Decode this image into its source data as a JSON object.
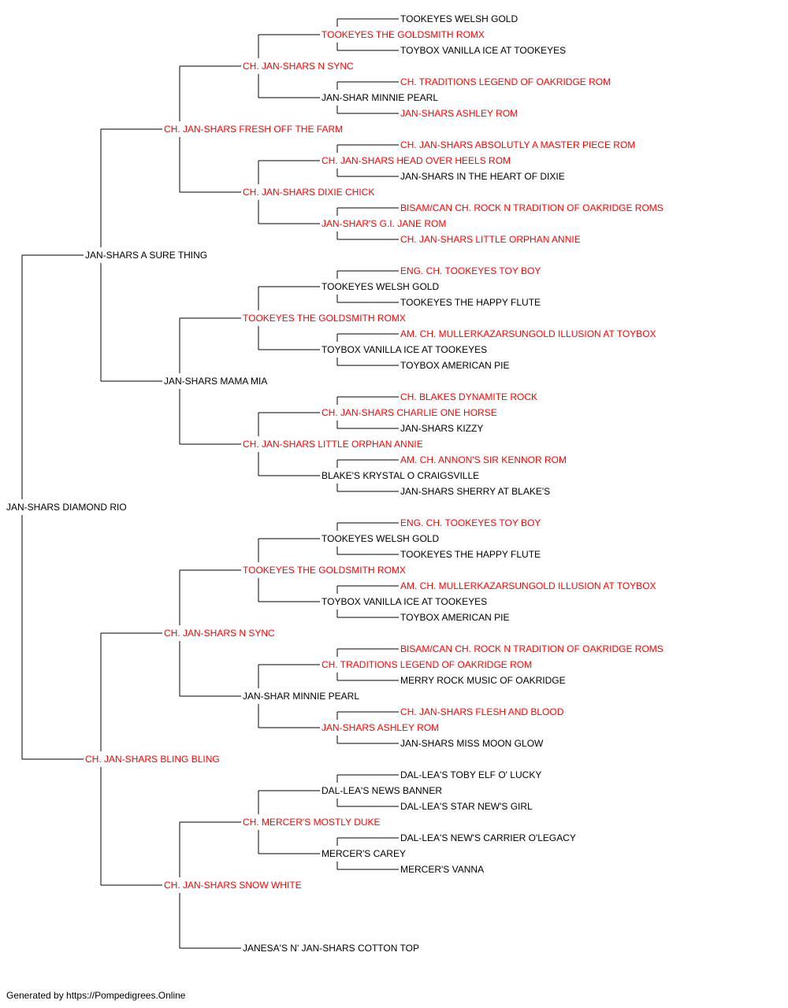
{
  "colors": {
    "champion": "#ff0000",
    "regular": "#000000",
    "line": "#000000"
  },
  "pedigree": {
    "name": "JAN-SHARS DIAMOND RIO",
    "red": false,
    "sire": {
      "name": "JAN-SHARS A SURE THING",
      "red": false,
      "sire": {
        "name": "CH. JAN-SHARS FRESH OFF THE FARM",
        "red": true,
        "sire": {
          "name": "CH. JAN-SHARS N SYNC",
          "red": true,
          "sire": {
            "name": "TOOKEYES THE GOLDSMITH ROMX",
            "red": true,
            "sire": {
              "name": "TOOKEYES WELSH GOLD",
              "red": false
            },
            "dam": {
              "name": "TOYBOX VANILLA ICE AT TOOKEYES",
              "red": false
            }
          },
          "dam": {
            "name": "JAN-SHAR MINNIE PEARL",
            "red": false,
            "sire": {
              "name": "CH. TRADITIONS LEGEND OF OAKRIDGE ROM",
              "red": true
            },
            "dam": {
              "name": "JAN-SHARS ASHLEY ROM",
              "red": true
            }
          }
        },
        "dam": {
          "name": "CH. JAN-SHARS DIXIE CHICK",
          "red": true,
          "sire": {
            "name": "CH. JAN-SHARS HEAD OVER HEELS ROM",
            "red": true,
            "sire": {
              "name": "CH. JAN-SHARS ABSOLUTLY A MASTER PIECE ROM",
              "red": true
            },
            "dam": {
              "name": "JAN-SHARS IN THE HEART OF DIXIE",
              "red": false
            }
          },
          "dam": {
            "name": "JAN-SHAR'S G.I. JANE ROM",
            "red": true,
            "sire": {
              "name": "BISAM/CAN CH. ROCK N TRADITION OF OAKRIDGE ROMS",
              "red": true
            },
            "dam": {
              "name": "CH. JAN-SHARS LITTLE ORPHAN ANNIE",
              "red": true
            }
          }
        }
      },
      "dam": {
        "name": "JAN-SHARS MAMA MIA",
        "red": false,
        "sire": {
          "name": "TOOKEYES THE GOLDSMITH ROMX",
          "red": true,
          "sire": {
            "name": "TOOKEYES WELSH GOLD",
            "red": false,
            "sire": {
              "name": "ENG. CH. TOOKEYES TOY BOY",
              "red": true
            },
            "dam": {
              "name": "TOOKEYES THE HAPPY FLUTE",
              "red": false
            }
          },
          "dam": {
            "name": "TOYBOX VANILLA ICE AT TOOKEYES",
            "red": false,
            "sire": {
              "name": "AM. CH. MULLERKAZARSUNGOLD ILLUSION AT TOYBOX",
              "red": true
            },
            "dam": {
              "name": "TOYBOX AMERICAN PIE",
              "red": false
            }
          }
        },
        "dam": {
          "name": "CH. JAN-SHARS LITTLE ORPHAN ANNIE",
          "red": true,
          "sire": {
            "name": "CH. JAN-SHARS CHARLIE ONE HORSE",
            "red": true,
            "sire": {
              "name": "CH. BLAKES DYNAMITE ROCK",
              "red": true
            },
            "dam": {
              "name": "JAN-SHARS KIZZY",
              "red": false
            }
          },
          "dam": {
            "name": "BLAKE'S KRYSTAL O CRAIGSVILLE",
            "red": false,
            "sire": {
              "name": "AM. CH. ANNON'S SIR KENNOR ROM",
              "red": true
            },
            "dam": {
              "name": "JAN-SHARS SHERRY AT BLAKE'S",
              "red": false
            }
          }
        }
      }
    },
    "dam": {
      "name": "CH. JAN-SHARS BLING BLING",
      "red": true,
      "sire": {
        "name": "CH. JAN-SHARS N SYNC",
        "red": true,
        "sire": {
          "name": "TOOKEYES THE GOLDSMITH ROMX",
          "red": true,
          "sire": {
            "name": "TOOKEYES WELSH GOLD",
            "red": false,
            "sire": {
              "name": "ENG. CH. TOOKEYES TOY BOY",
              "red": true
            },
            "dam": {
              "name": "TOOKEYES THE HAPPY FLUTE",
              "red": false
            }
          },
          "dam": {
            "name": "TOYBOX VANILLA ICE AT TOOKEYES",
            "red": false,
            "sire": {
              "name": "AM. CH. MULLERKAZARSUNGOLD ILLUSION AT TOYBOX",
              "red": true
            },
            "dam": {
              "name": "TOYBOX AMERICAN PIE",
              "red": false
            }
          }
        },
        "dam": {
          "name": "JAN-SHAR MINNIE PEARL",
          "red": false,
          "sire": {
            "name": "CH. TRADITIONS LEGEND OF OAKRIDGE ROM",
            "red": true,
            "sire": {
              "name": "BISAM/CAN CH. ROCK N TRADITION OF OAKRIDGE ROMS",
              "red": true
            },
            "dam": {
              "name": "MERRY ROCK MUSIC OF OAKRIDGE",
              "red": false
            }
          },
          "dam": {
            "name": "JAN-SHARS ASHLEY ROM",
            "red": true,
            "sire": {
              "name": "CH. JAN-SHARS FLESH AND BLOOD",
              "red": true
            },
            "dam": {
              "name": "JAN-SHARS MISS MOON GLOW",
              "red": false
            }
          }
        }
      },
      "dam": {
        "name": "CH. JAN-SHARS SNOW WHITE",
        "red": true,
        "sire": {
          "name": "CH. MERCER'S MOSTLY DUKE",
          "red": true,
          "sire": {
            "name": "DAL-LEA'S NEWS BANNER",
            "red": false,
            "sire": {
              "name": "DAL-LEA'S TOBY ELF O' LUCKY",
              "red": false
            },
            "dam": {
              "name": "DAL-LEA'S STAR NEW'S GIRL",
              "red": false
            }
          },
          "dam": {
            "name": "MERCER'S CAREY",
            "red": false,
            "sire": {
              "name": "DAL-LEA'S NEW'S CARRIER O'LEGACY",
              "red": false
            },
            "dam": {
              "name": "MERCER'S VANNA",
              "red": false
            }
          }
        },
        "dam": {
          "name": "JANESA'S N' JAN-SHARS COTTON TOP",
          "red": false
        }
      }
    }
  },
  "footer": {
    "text": "Generated by https://Pompedigrees.Online"
  }
}
